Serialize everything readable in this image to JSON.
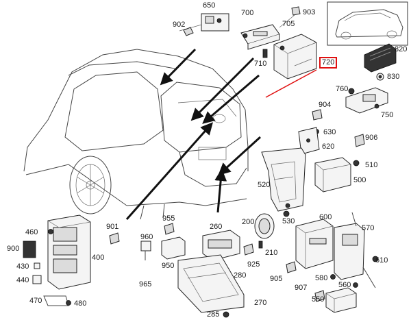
{
  "diagram": {
    "highlight_color": "#e01010",
    "highlighted_part": "720",
    "part_labels": [
      "650",
      "902",
      "700",
      "903",
      "705",
      "710",
      "820",
      "830",
      "720",
      "760",
      "750",
      "904",
      "630",
      "620",
      "906",
      "510",
      "500",
      "520",
      "530",
      "200",
      "210",
      "925",
      "600",
      "570",
      "905",
      "580",
      "610",
      "560",
      "907",
      "550",
      "955",
      "960",
      "950",
      "965",
      "260",
      "280",
      "270",
      "285",
      "901",
      "400",
      "460",
      "900",
      "430",
      "440",
      "470",
      "480"
    ]
  }
}
